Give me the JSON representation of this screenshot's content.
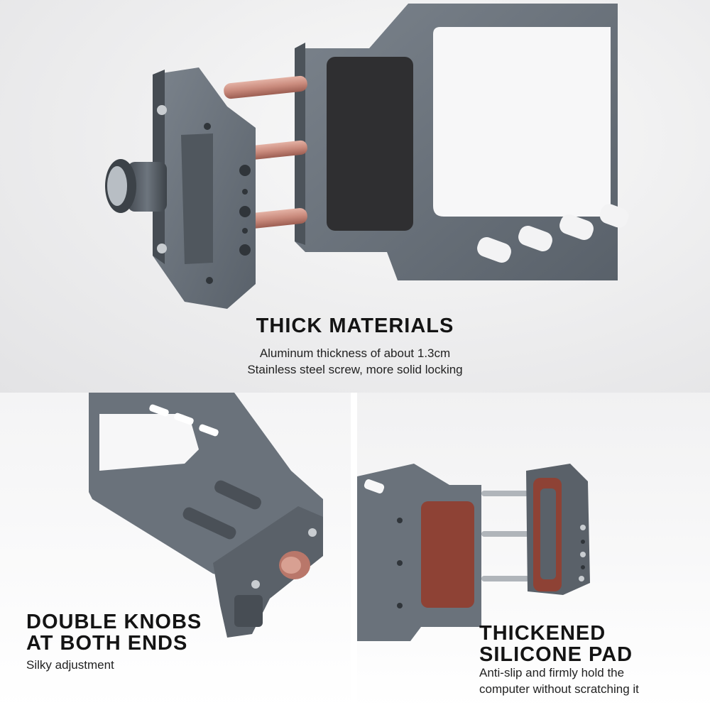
{
  "colors": {
    "aluminum": "#5f6770",
    "aluminum_light": "#7b838c",
    "aluminum_dark": "#454b52",
    "copper_rod": "#c98a7c",
    "black_pad": "#2f2f31",
    "silicone_pad": "#8e4235",
    "text": "#141414"
  },
  "sections": {
    "thick_materials": {
      "title": "THICK MATERIALS",
      "lines": [
        "Aluminum thickness of about 1.3cm",
        "Stainless steel screw, more solid locking"
      ]
    },
    "double_knobs": {
      "title_lines": [
        "DOUBLE KNOBS",
        "AT BOTH ENDS"
      ],
      "subtitle": "Silky adjustment"
    },
    "silicone_pad": {
      "title_lines": [
        "THICKENED",
        "SILICONE PAD"
      ],
      "lines": [
        "Anti-slip and firmly hold the",
        "computer without scratching it"
      ]
    }
  }
}
